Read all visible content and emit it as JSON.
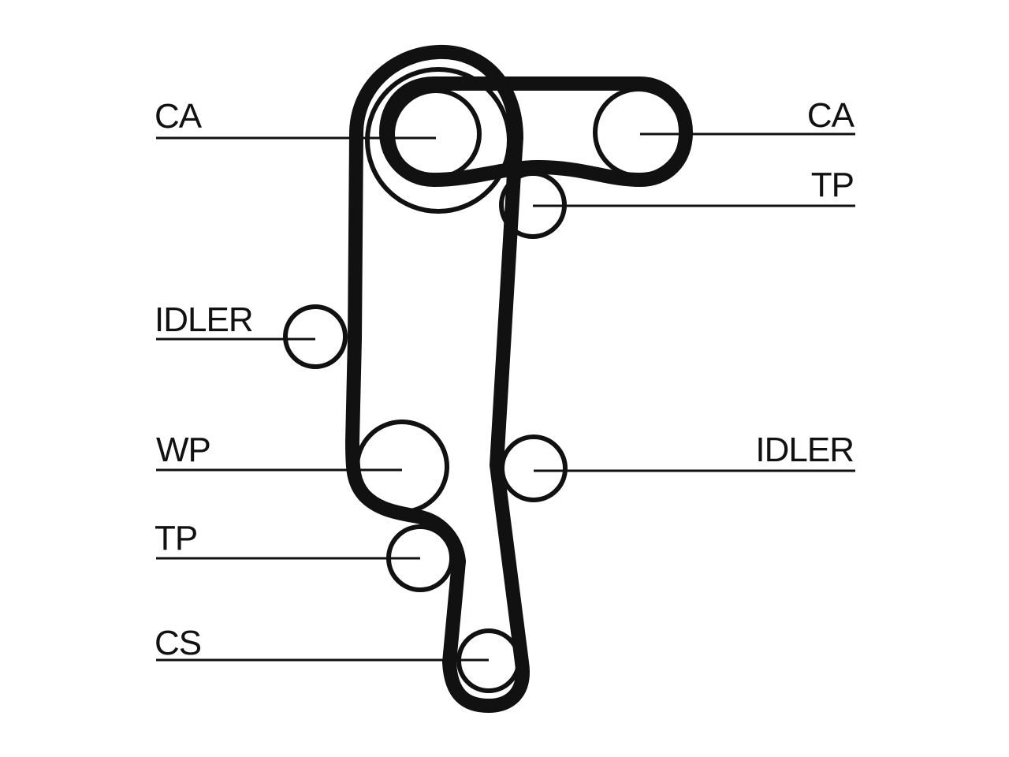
{
  "diagram": {
    "labels": {
      "ca_left": "CA",
      "ca_right": "CA",
      "tp_upper": "TP",
      "idler_left": "IDLER",
      "wp": "WP",
      "idler_right": "IDLER",
      "tp_lower": "TP",
      "cs": "CS"
    },
    "colors": {
      "line": "#111111",
      "background": "#ffffff"
    }
  }
}
